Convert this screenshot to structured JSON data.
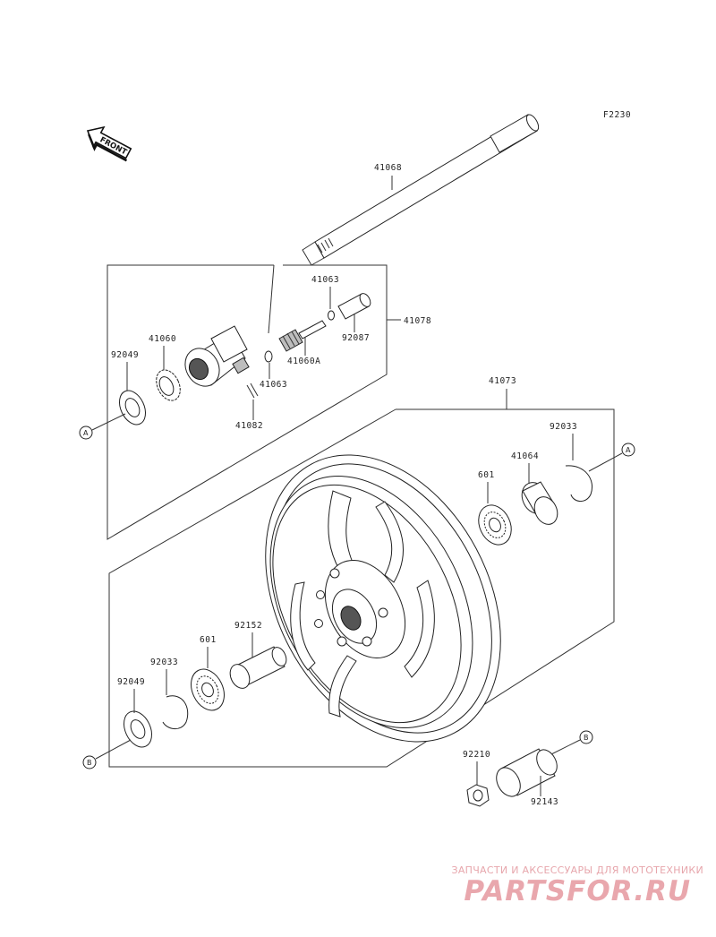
{
  "figure_code": "F2230",
  "front_label": "FRONT",
  "callouts": {
    "a": "A",
    "b": "B"
  },
  "parts": {
    "axle": "41068",
    "meter_gear_assy": "41078",
    "wheel_assy": "41073",
    "gear_housing": "41060",
    "seal_top_left": "92049",
    "washer_top": "41063",
    "washer_lower": "41063",
    "pinion": "41060A",
    "bushing": "92087",
    "pin": "41082",
    "circlip_right": "92033",
    "collar_right": "41064",
    "bearing_right": "601",
    "spacer_tube": "92152",
    "bearing_left": "601",
    "circlip_left": "92033",
    "seal_bottom_left": "92049",
    "nut": "92210",
    "collar_bottom": "92143"
  },
  "watermark": {
    "tagline": "ЗАПЧАСТИ И АКСЕССУАРЫ ДЛЯ МОТОТЕХНИКИ",
    "brand": "PARTSFOR.RU"
  }
}
